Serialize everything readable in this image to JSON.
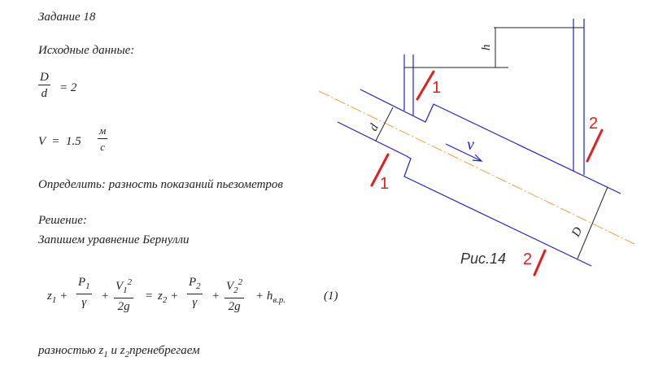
{
  "task": {
    "title": "Задание 18",
    "given_label": "Исходные данные:"
  },
  "given": {
    "ratio": {
      "num": "D",
      "den": "d",
      "rhs": "= 2"
    },
    "velocity": {
      "lhs": "V  =  1.5",
      "unit_num": "м",
      "unit_den": "с"
    }
  },
  "question": "Определить: разность показаний пьезометров",
  "solution": {
    "label": "Решение:",
    "intro": "Запишем уравнение Бернулли",
    "equation": {
      "z1": "z",
      "s1": "1",
      "P1": "P",
      "gamma": "γ",
      "V1": "V",
      "two_g": "2g",
      "sq": "2",
      "eq": "=",
      "z2": "z",
      "s2": "2",
      "plus": "+",
      "h": "h",
      "h_sub": "в.р.",
      "number": "(1)"
    },
    "note_pre": "разностью ",
    "note_z": "z",
    "note_and": " и ",
    "note_post": "пренебрегаем"
  },
  "figure": {
    "caption": "Рис.14",
    "labels": {
      "h": "h",
      "d": "d",
      "D": "D",
      "v": "v",
      "sec1": "1",
      "sec2": "2"
    },
    "colors": {
      "pipe": "#2020d0",
      "axis": "#f0a040",
      "section": "#e02020",
      "dim": "#222222"
    }
  }
}
